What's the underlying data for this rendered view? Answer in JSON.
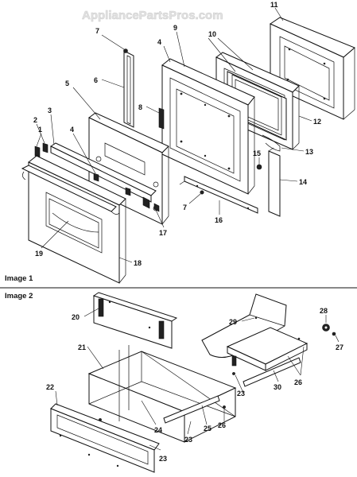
{
  "watermark": "AppliancePartsPros.com",
  "sections": [
    {
      "label": "Image 1"
    },
    {
      "label": "Image 2"
    }
  ],
  "callouts": {
    "c1": "1",
    "c2": "2",
    "c3": "3",
    "c4a": "4",
    "c4b": "4",
    "c5": "5",
    "c6": "6",
    "c7a": "7",
    "c7b": "7",
    "c8": "8",
    "c9": "9",
    "c10": "10",
    "c11": "11",
    "c12": "12",
    "c13": "13",
    "c14": "14",
    "c15": "15",
    "c16": "16",
    "c17": "17",
    "c18": "18",
    "c19": "19",
    "c20": "20",
    "c21": "21",
    "c22": "22",
    "c23a": "23",
    "c23b": "23",
    "c23c": "23",
    "c24": "24",
    "c25": "25",
    "c26a": "26",
    "c26b": "26",
    "c27": "27",
    "c28": "28",
    "c29": "29",
    "c30": "30"
  }
}
